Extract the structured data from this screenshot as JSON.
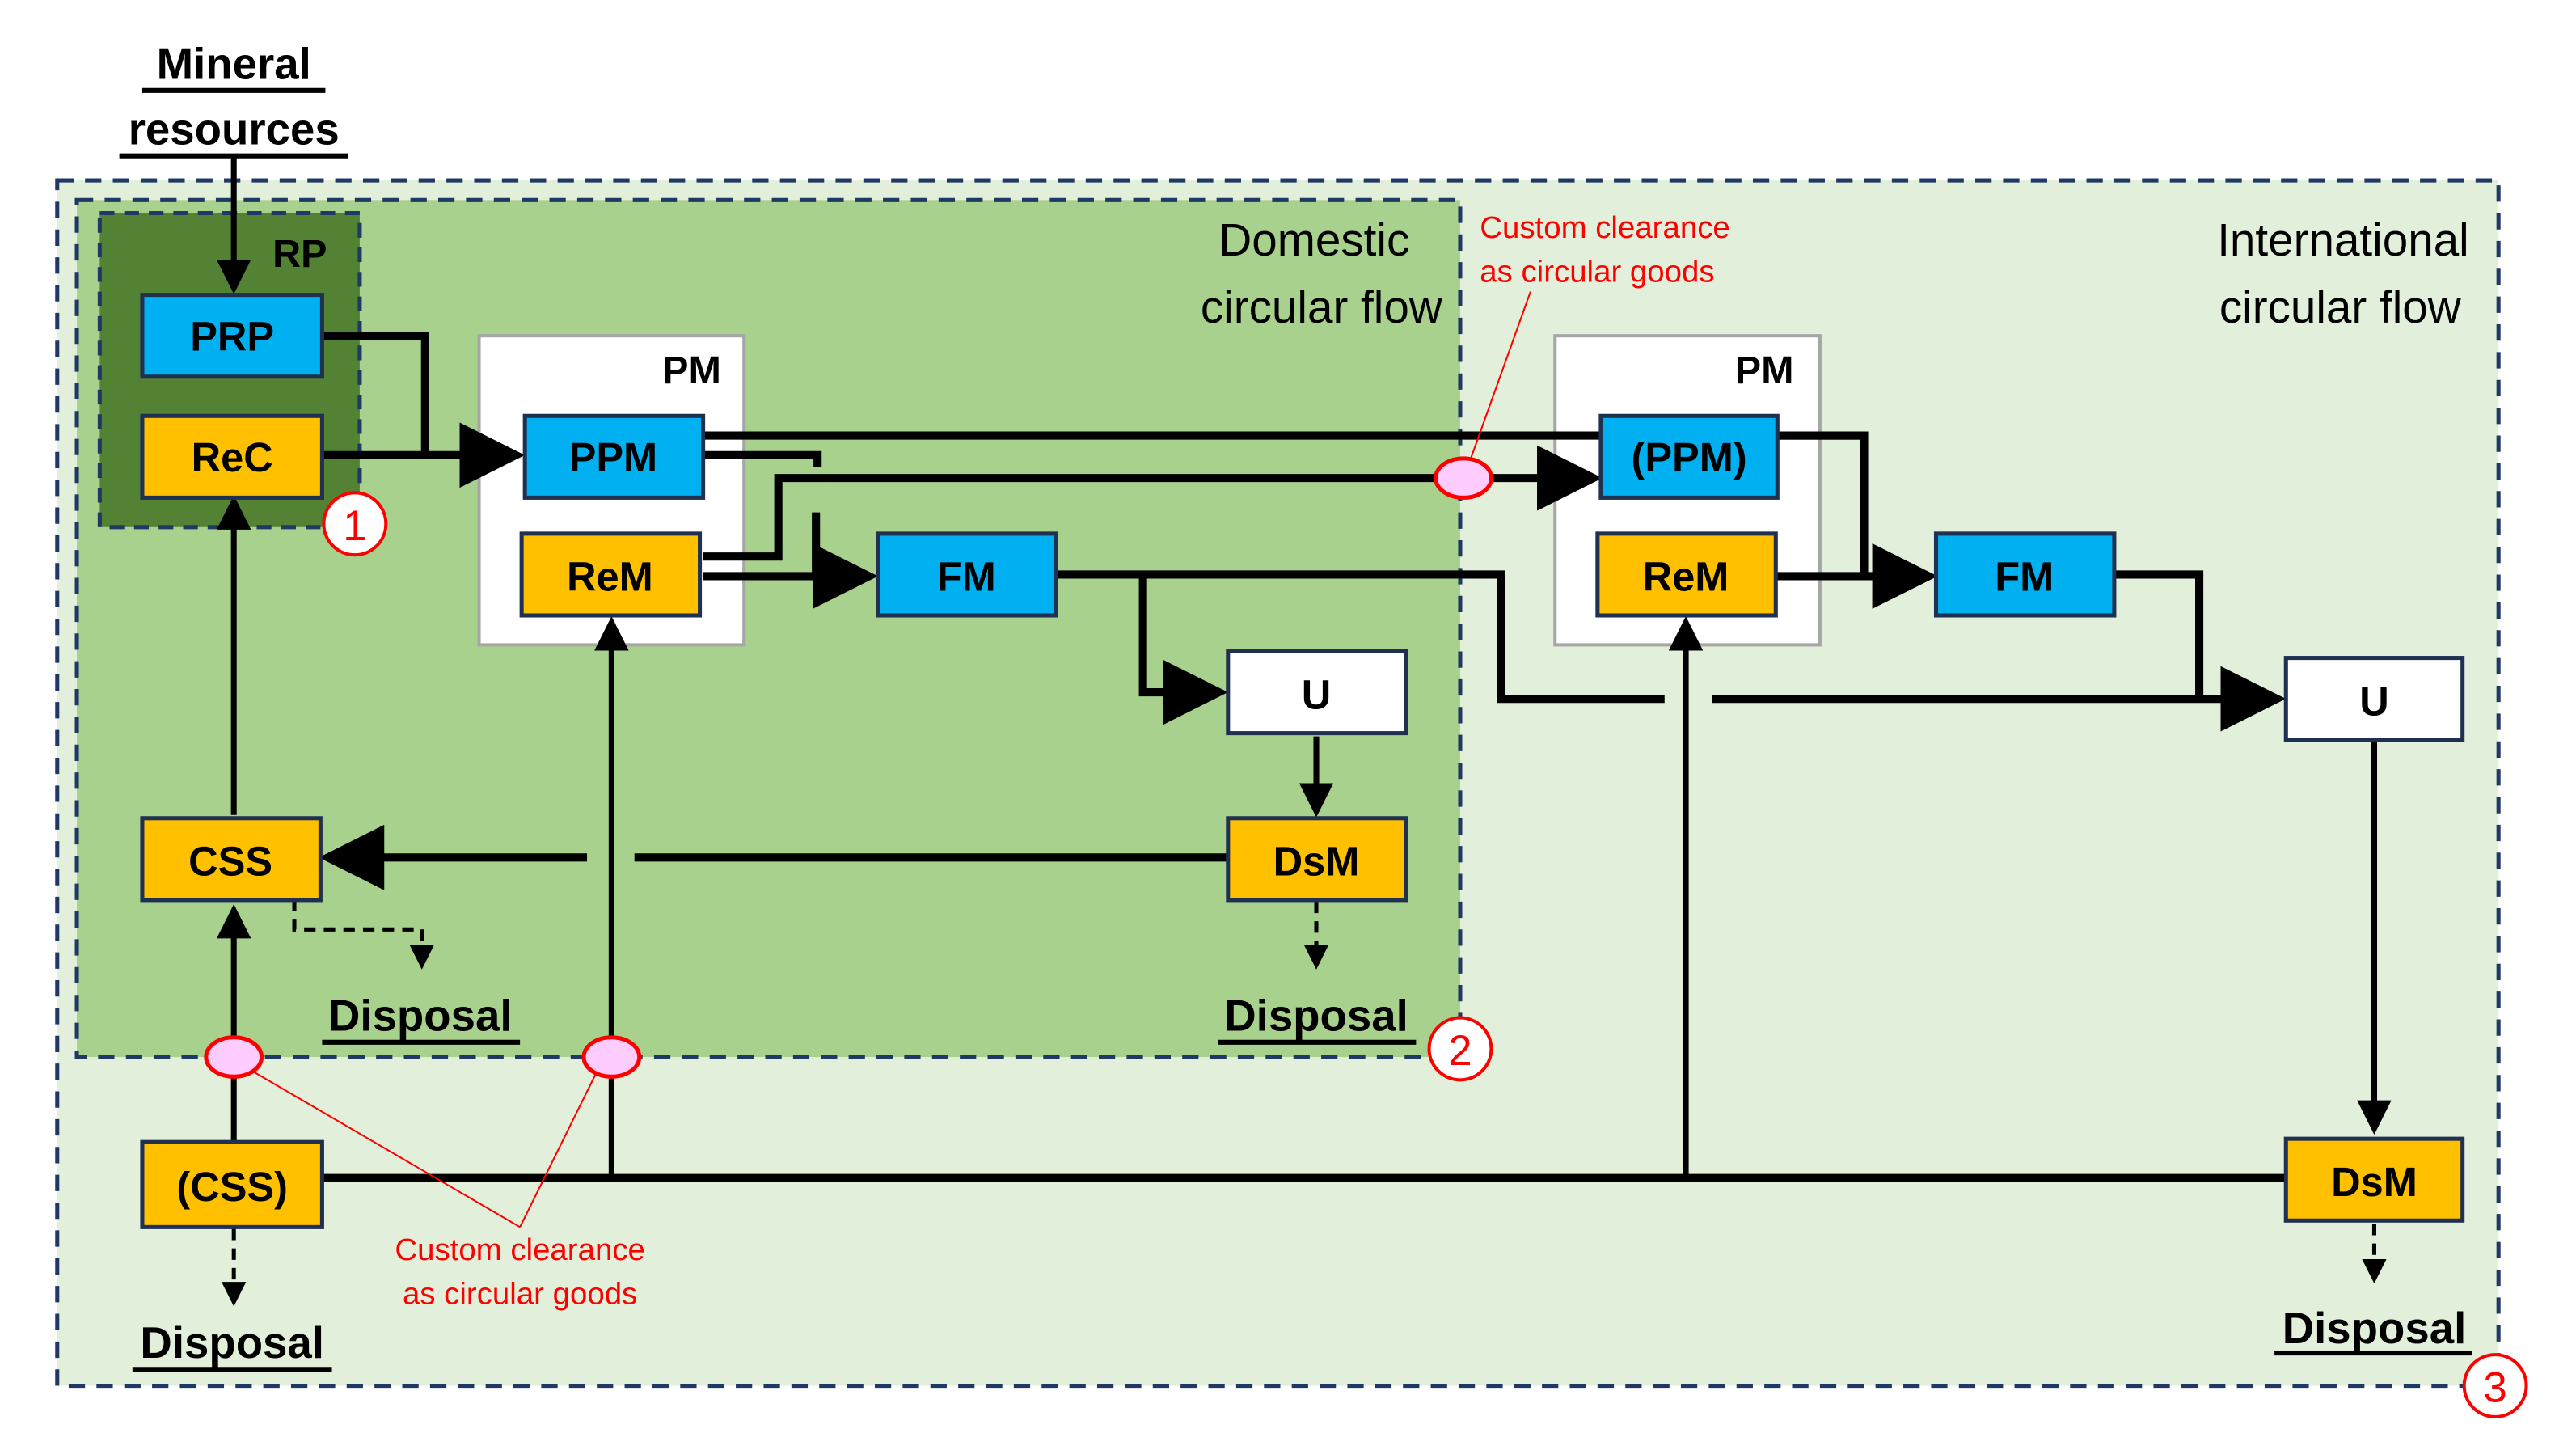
{
  "source": {
    "label_line1": "Mineral",
    "label_line2": "resources"
  },
  "regions": {
    "rp": {
      "label": "RP",
      "marker": "1"
    },
    "domestic": {
      "title_line1": "Domestic",
      "title_line2": "circular flow",
      "marker": "2"
    },
    "international": {
      "title_line1": "International",
      "title_line2": "circular flow",
      "marker": "3"
    }
  },
  "nodes": {
    "prp": "PRP",
    "rec": "ReC",
    "pm_domestic": "PM",
    "ppm": "PPM",
    "rem_domestic": "ReM",
    "fm_domestic": "FM",
    "u_domestic": "U",
    "dsm_domestic": "DsM",
    "css": "CSS",
    "css_import": "(CSS)",
    "pm_international": "PM",
    "ppm_international": "(PPM)",
    "rem_international": "ReM",
    "fm_international": "FM",
    "u_international": "U",
    "dsm_international": "DsM"
  },
  "sinks": {
    "disposal_css": "Disposal",
    "disposal_dsm_domestic": "Disposal",
    "disposal_css_import": "Disposal",
    "disposal_dsm_international": "Disposal"
  },
  "annotations": {
    "customs_top_line1": "Custom clearance",
    "customs_top_line2": "as circular goods",
    "customs_bottom_line1": "Custom clearance",
    "customs_bottom_line2": "as circular goods"
  },
  "colors": {
    "primary_node": "#00b0f0",
    "recycled_node": "#ffc000",
    "user_node": "#ffffff",
    "rp_region": "#548235",
    "domestic_region": "#a9d18e",
    "international_region": "#e2efda",
    "border_dashed": "#1f3864",
    "customs_fill": "#ffccff",
    "annotation": "#ff0000"
  }
}
